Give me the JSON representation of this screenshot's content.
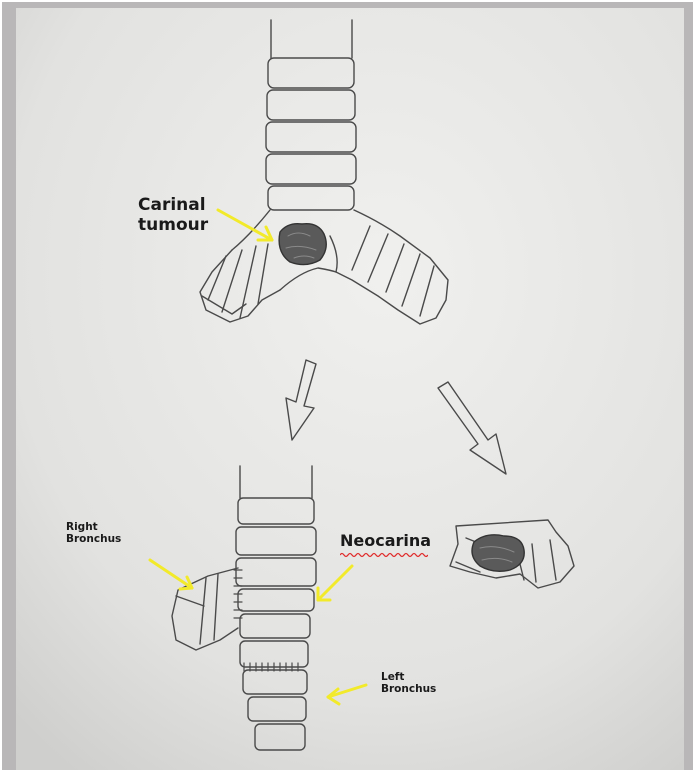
{
  "labels": {
    "carinal_line1": "Carinal",
    "carinal_line2": "tumour",
    "neocarina": "Neocarina",
    "right_bronchus_line1": "Right",
    "right_bronchus_line2": "Bronchus",
    "left_bronchus_line1": "Left",
    "left_bronchus_line2": "Bronchus"
  },
  "colors": {
    "arrow_yellow": "#f2ea2a",
    "pencil": "#4a4a4a",
    "tumour": "#555555",
    "paper": "#e6e6e4",
    "squiggle_red": "#e02a2a"
  }
}
